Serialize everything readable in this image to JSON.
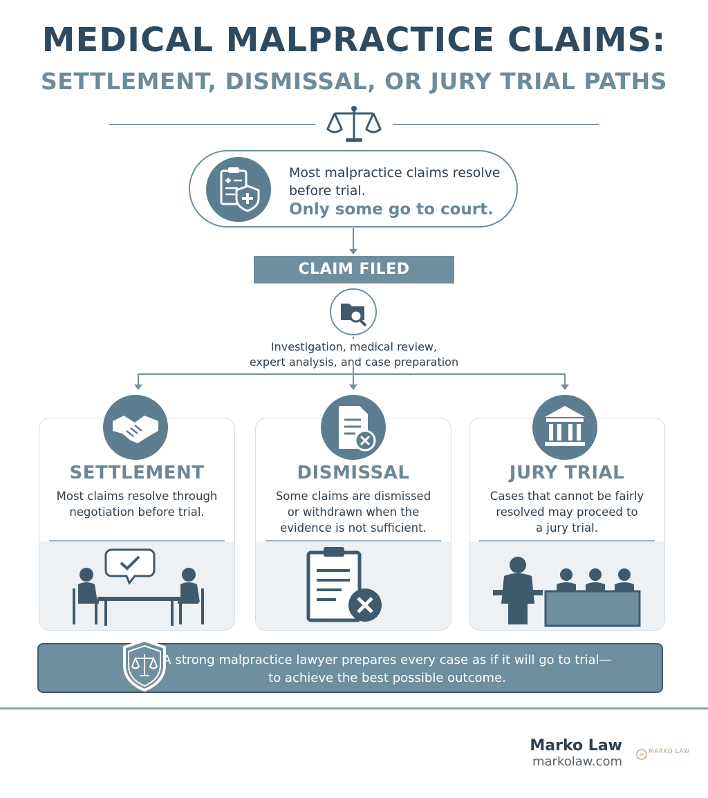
{
  "header": {
    "title": "MEDICAL MALPRACTICE CLAIMS:",
    "subtitle": "SETTLEMENT, DISMISSAL, OR JURY TRIAL PATHS",
    "divider_icon": "scales-icon"
  },
  "intro": {
    "icon": "medical-record-shield-icon",
    "line1": "Most malpractice claims resolve before trial.",
    "line2": "Only some go to court."
  },
  "claim": {
    "label": "CLAIM FILED",
    "icon": "folder-search-icon",
    "description_line1": "Investigation, medical review,",
    "description_line2": "expert analysis, and case preparation"
  },
  "paths": [
    {
      "title": "SETTLEMENT",
      "icon": "handshake-icon",
      "desc_lines": [
        "Most claims resolve through",
        "negotiation before trial."
      ],
      "illustration": "negotiation-table-illustration"
    },
    {
      "title": "DISMISSAL",
      "icon": "document-x-icon",
      "desc_lines": [
        "Some claims are dismissed",
        "or withdrawn when the",
        "evidence is not sufficient."
      ],
      "illustration": "clipboard-x-illustration"
    },
    {
      "title": "JURY TRIAL",
      "icon": "courthouse-icon",
      "desc_lines": [
        "Cases that cannot be fairly",
        "resolved may proceed to",
        "a jury trial."
      ],
      "illustration": "courtroom-jury-illustration"
    }
  ],
  "banner": {
    "icon": "shield-scales-icon",
    "line1": "A strong malpractice lawyer prepares every case as if it will go to trial—",
    "line2": "to achieve the best possible outcome."
  },
  "footer": {
    "brand": "Marko Law",
    "site": "markolaw.com",
    "logo_text": "MARKO LAW"
  },
  "colors": {
    "primary_dark": "#2f4a5f",
    "accent": "#6f8fa0",
    "icon_fill": "#5d7d90",
    "card_bg": "#edf1f4"
  }
}
